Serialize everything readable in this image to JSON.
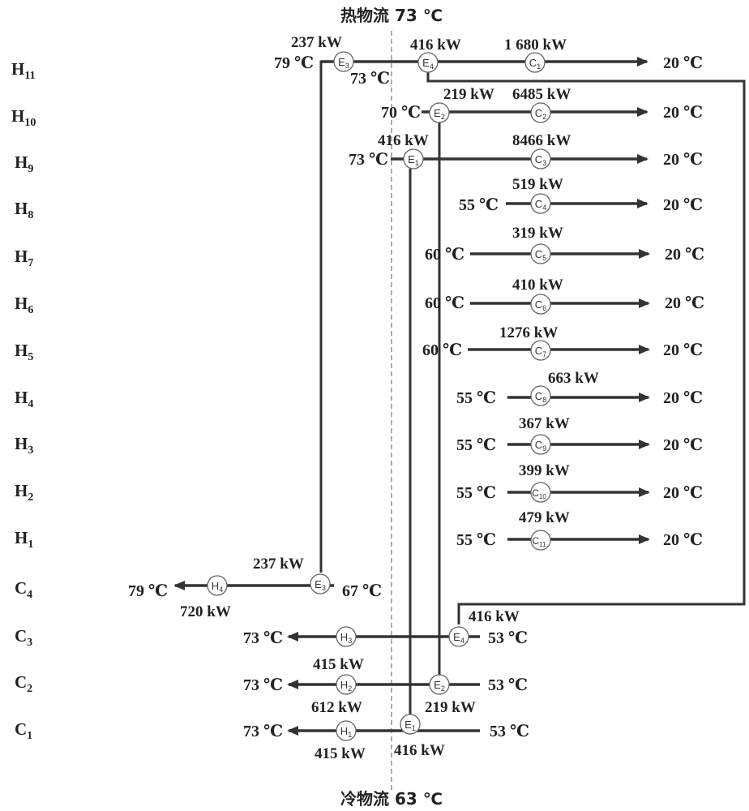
{
  "title_top": "热物流 73 ℃",
  "title_bottom": "冷物流 63 ℃",
  "streams": [
    {
      "name": "H",
      "sub": "11"
    },
    {
      "name": "H",
      "sub": "10"
    },
    {
      "name": "H",
      "sub": "9"
    },
    {
      "name": "H",
      "sub": "8"
    },
    {
      "name": "H",
      "sub": "7"
    },
    {
      "name": "H",
      "sub": "6"
    },
    {
      "name": "H",
      "sub": "5"
    },
    {
      "name": "H",
      "sub": "4"
    },
    {
      "name": "H",
      "sub": "3"
    },
    {
      "name": "H",
      "sub": "2"
    },
    {
      "name": "H",
      "sub": "1"
    },
    {
      "name": "C",
      "sub": "4"
    },
    {
      "name": "C",
      "sub": "3"
    },
    {
      "name": "C",
      "sub": "2"
    },
    {
      "name": "C",
      "sub": "1"
    }
  ],
  "temperatures": [
    "79 ℃",
    "73 ℃",
    "20 ℃",
    "70 ℃",
    "20 ℃",
    "73 ℃",
    "20 ℃",
    "55 ℃",
    "20 ℃",
    "60 ℃",
    "20 ℃",
    "60 ℃",
    "20 ℃",
    "60 ℃",
    "20 ℃",
    "55 ℃",
    "20 ℃",
    "55 ℃",
    "20 ℃",
    "55 ℃",
    "20 ℃",
    "55 ℃",
    "20 ℃",
    "79 ℃",
    "67 ℃",
    "73 ℃",
    "53 ℃",
    "73 ℃",
    "53 ℃",
    "73 ℃",
    "53 ℃"
  ],
  "duties": [
    "237 kW",
    "416 kW",
    "1 680 kW",
    "219 kW",
    "6485 kW",
    "416 kW",
    "8466 kW",
    "519 kW",
    "319 kW",
    "410 kW",
    "1276 kW",
    "663 kW",
    "367 kW",
    "399 kW",
    "479 kW",
    "237 kW",
    "720 kW",
    "416 kW",
    "415 kW",
    "612 kW",
    "219 kW",
    "415 kW",
    "416 kW"
  ],
  "units": [
    {
      "letter": "E",
      "sub": "3"
    },
    {
      "letter": "E",
      "sub": "4"
    },
    {
      "letter": "C",
      "sub": "1"
    },
    {
      "letter": "E",
      "sub": "2"
    },
    {
      "letter": "C",
      "sub": "2"
    },
    {
      "letter": "E",
      "sub": "1"
    },
    {
      "letter": "C",
      "sub": "3"
    },
    {
      "letter": "C",
      "sub": "4"
    },
    {
      "letter": "C",
      "sub": "5"
    },
    {
      "letter": "C",
      "sub": "6"
    },
    {
      "letter": "C",
      "sub": "7"
    },
    {
      "letter": "C",
      "sub": "8"
    },
    {
      "letter": "C",
      "sub": "9"
    },
    {
      "letter": "C",
      "sub": "10"
    },
    {
      "letter": "C",
      "sub": "11"
    },
    {
      "letter": "H",
      "sub": "4"
    },
    {
      "letter": "E",
      "sub": "3"
    },
    {
      "letter": "H",
      "sub": "3"
    },
    {
      "letter": "E",
      "sub": "4"
    },
    {
      "letter": "H",
      "sub": "2"
    },
    {
      "letter": "E",
      "sub": "2"
    },
    {
      "letter": "H",
      "sub": "1"
    },
    {
      "letter": "E",
      "sub": "1"
    }
  ]
}
